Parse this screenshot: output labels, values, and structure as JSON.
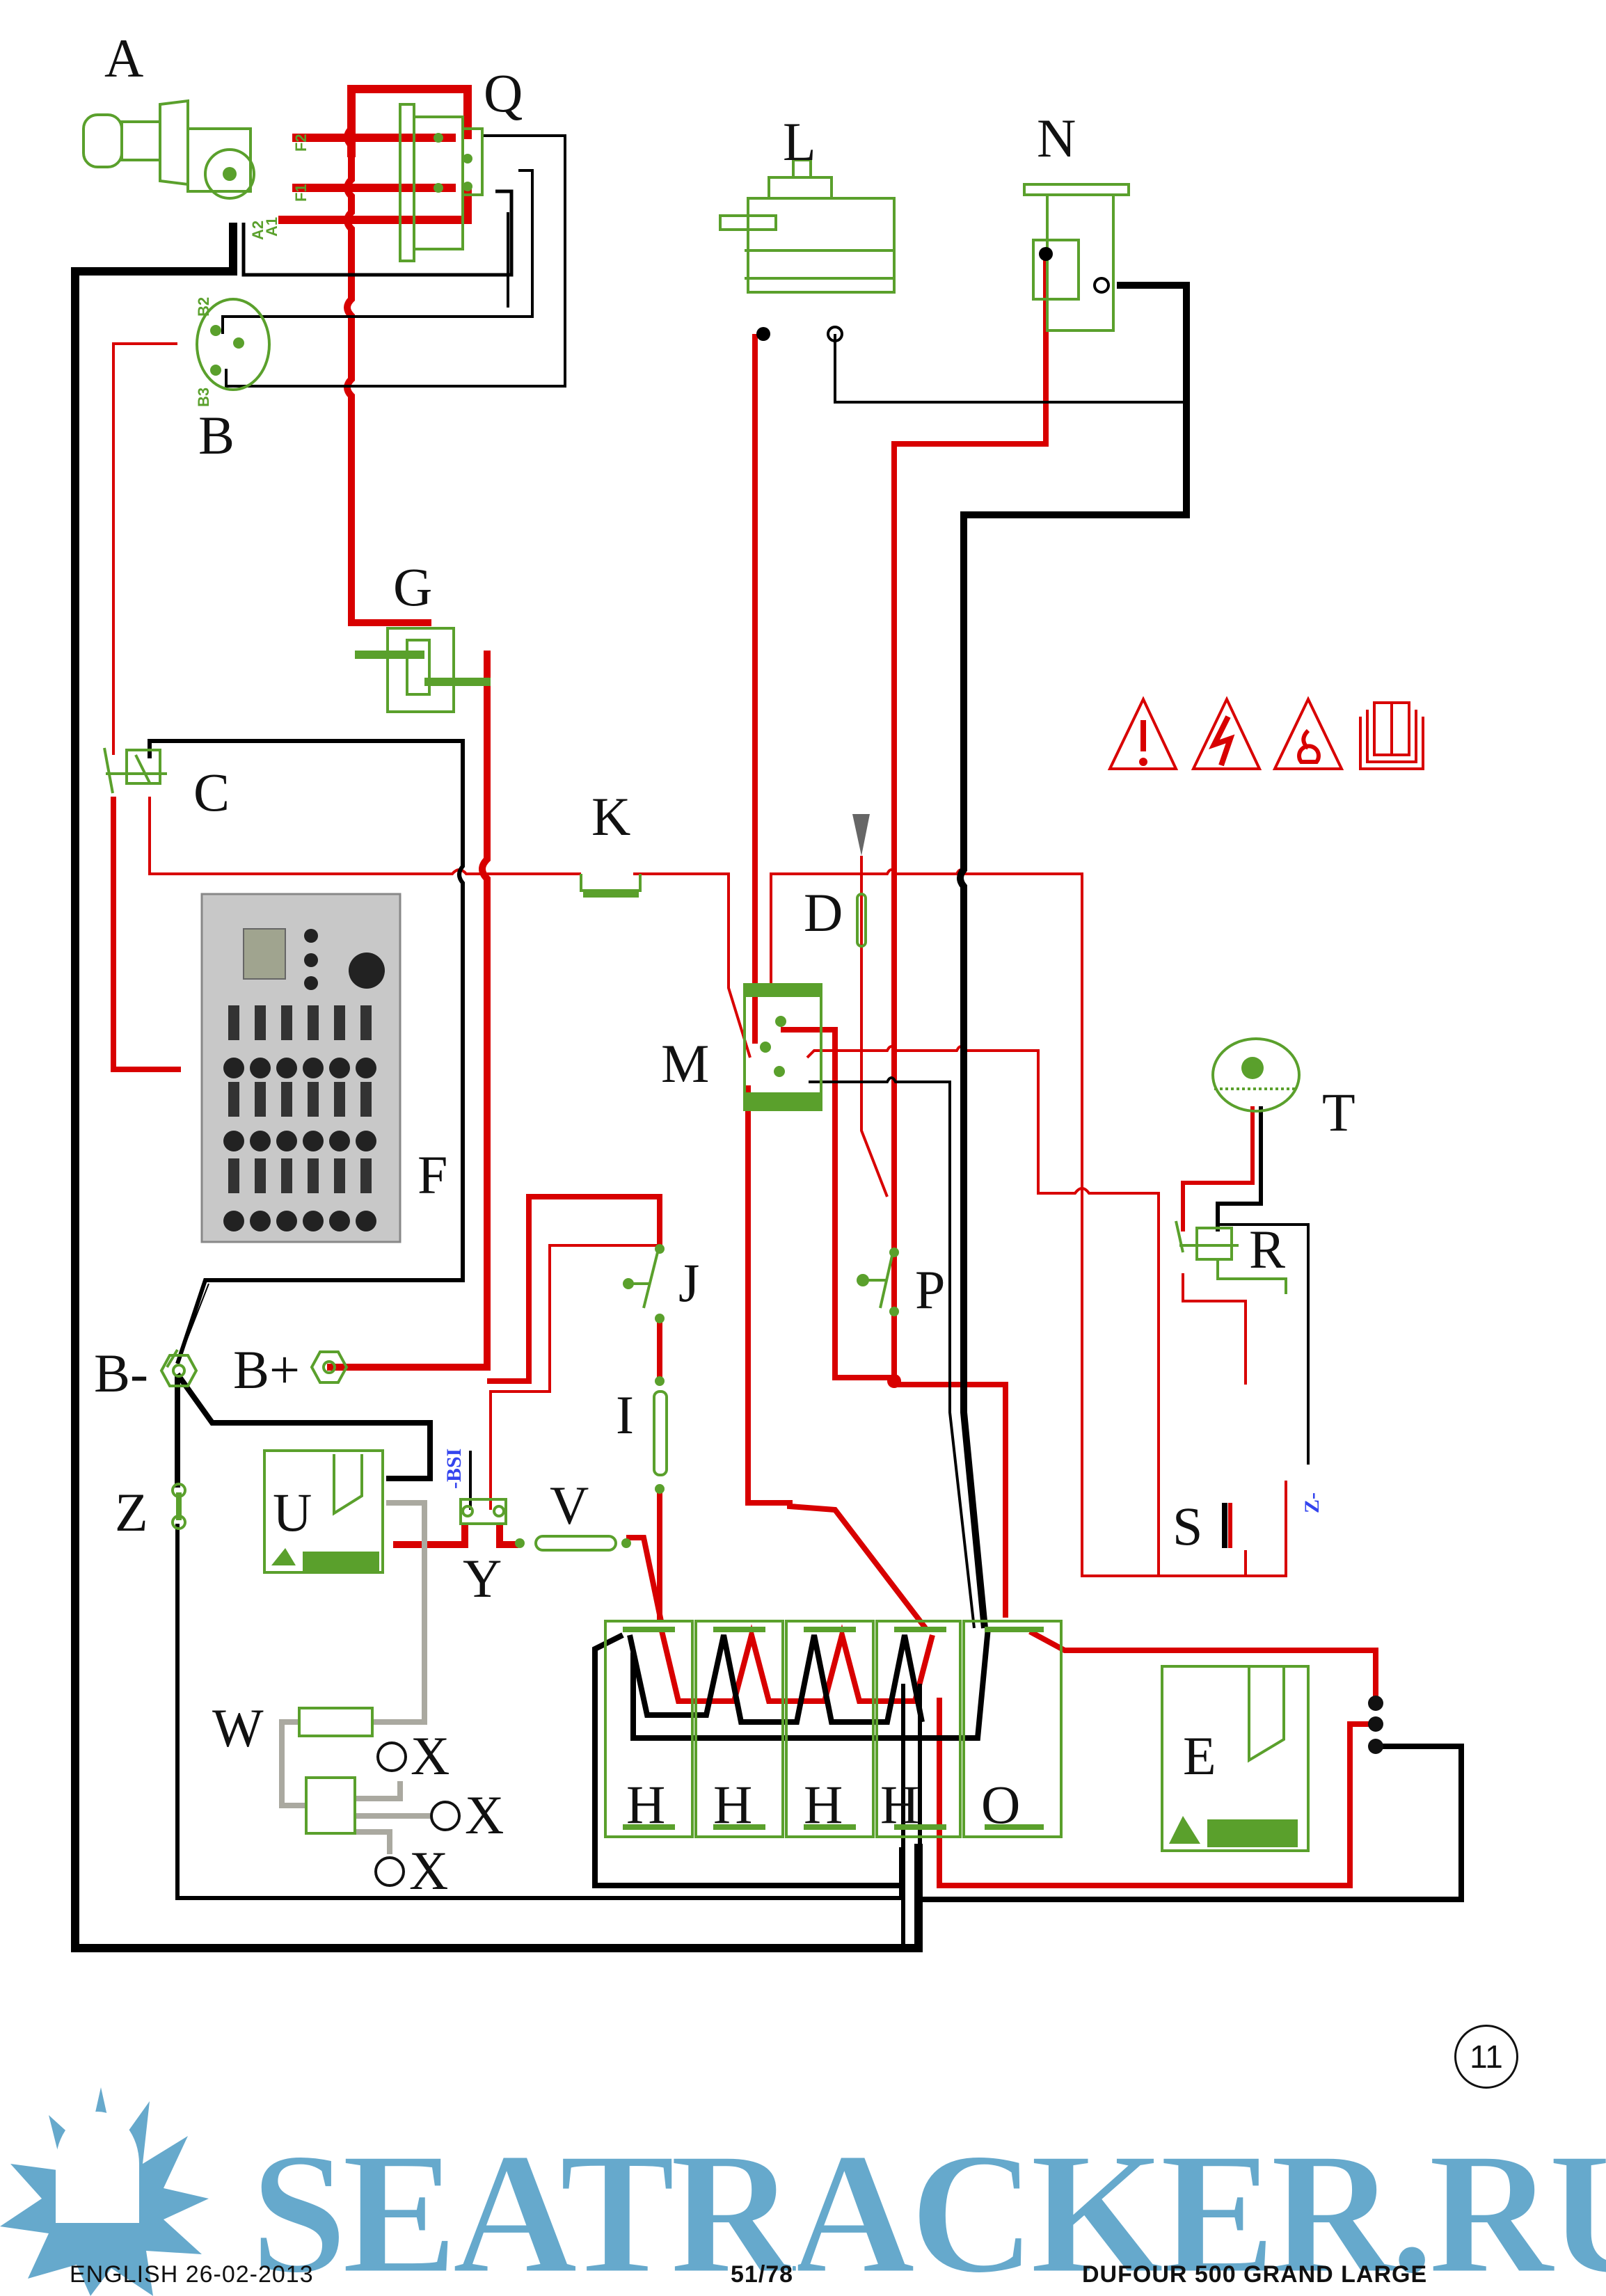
{
  "diagram": {
    "title": "Electrical wiring diagram",
    "colors": {
      "positive_wire": "#d80000",
      "negative_wire": "#000000",
      "component": "#5aa02c",
      "data_wire": "#aaa9a0",
      "warning": "#d80000",
      "brand": "#66a9cc"
    },
    "components": [
      {
        "id": "A",
        "label": "A",
        "type": "windlass-motor",
        "terminals": [
          "F2",
          "F1",
          "A2",
          "A1"
        ]
      },
      {
        "id": "Q",
        "label": "Q",
        "type": "windlass-control-box"
      },
      {
        "id": "B",
        "label": "B",
        "type": "chain-counter-sensor",
        "terminals": [
          "B2",
          "B3"
        ]
      },
      {
        "id": "G",
        "label": "G",
        "type": "circuit-breaker"
      },
      {
        "id": "C",
        "label": "C",
        "type": "relay"
      },
      {
        "id": "K",
        "label": "K",
        "type": "fuse"
      },
      {
        "id": "F",
        "label": "F",
        "type": "electrical-panel"
      },
      {
        "id": "L",
        "label": "L",
        "type": "alternator"
      },
      {
        "id": "N",
        "label": "N",
        "type": "starter"
      },
      {
        "id": "D",
        "label": "D",
        "type": "fuse"
      },
      {
        "id": "M",
        "label": "M",
        "type": "charge-distributor"
      },
      {
        "id": "T",
        "label": "T",
        "type": "bow-thruster"
      },
      {
        "id": "R",
        "label": "R",
        "type": "relay"
      },
      {
        "id": "S",
        "label": "S",
        "type": "fuse"
      },
      {
        "id": "J",
        "label": "J",
        "type": "battery-switch"
      },
      {
        "id": "P",
        "label": "P",
        "type": "battery-switch"
      },
      {
        "id": "I",
        "label": "I",
        "type": "fuse"
      },
      {
        "id": "V",
        "label": "V",
        "type": "fuse"
      },
      {
        "id": "Y",
        "label": "Y",
        "type": "shunt"
      },
      {
        "id": "U",
        "label": "U",
        "type": "battery-charger"
      },
      {
        "id": "E",
        "label": "E",
        "type": "battery-charger"
      },
      {
        "id": "W",
        "label": "W",
        "type": "network-hub"
      },
      {
        "id": "X",
        "label": "X",
        "type": "network-connector"
      },
      {
        "id": "Z",
        "label": "Z",
        "type": "fuse"
      },
      {
        "id": "H",
        "label": "H",
        "type": "service-battery"
      },
      {
        "id": "O",
        "label": "O",
        "type": "engine-battery"
      },
      {
        "id": "Bminus",
        "label": "B-",
        "type": "negative-stud"
      },
      {
        "id": "Bplus",
        "label": "B+",
        "type": "positive-stud"
      }
    ],
    "annotations": {
      "bsi": "-BSI",
      "zminus": "Z-"
    },
    "terminal_labels": {
      "f2": "F2",
      "f1": "F1",
      "a2": "A2",
      "a1": "A1",
      "b2": "B2",
      "b3": "B3"
    },
    "warning_icons": [
      "warning-general-icon",
      "warning-electric-icon",
      "warning-fire-icon",
      "manual-icon"
    ]
  },
  "branding": {
    "text": "SEATRACKER.RU"
  },
  "footer": {
    "language_date": "ENGLISH  26-02-2013",
    "page": "51/78",
    "model": "DUFOUR 500 GRAND LARGE",
    "section_number": "11"
  }
}
